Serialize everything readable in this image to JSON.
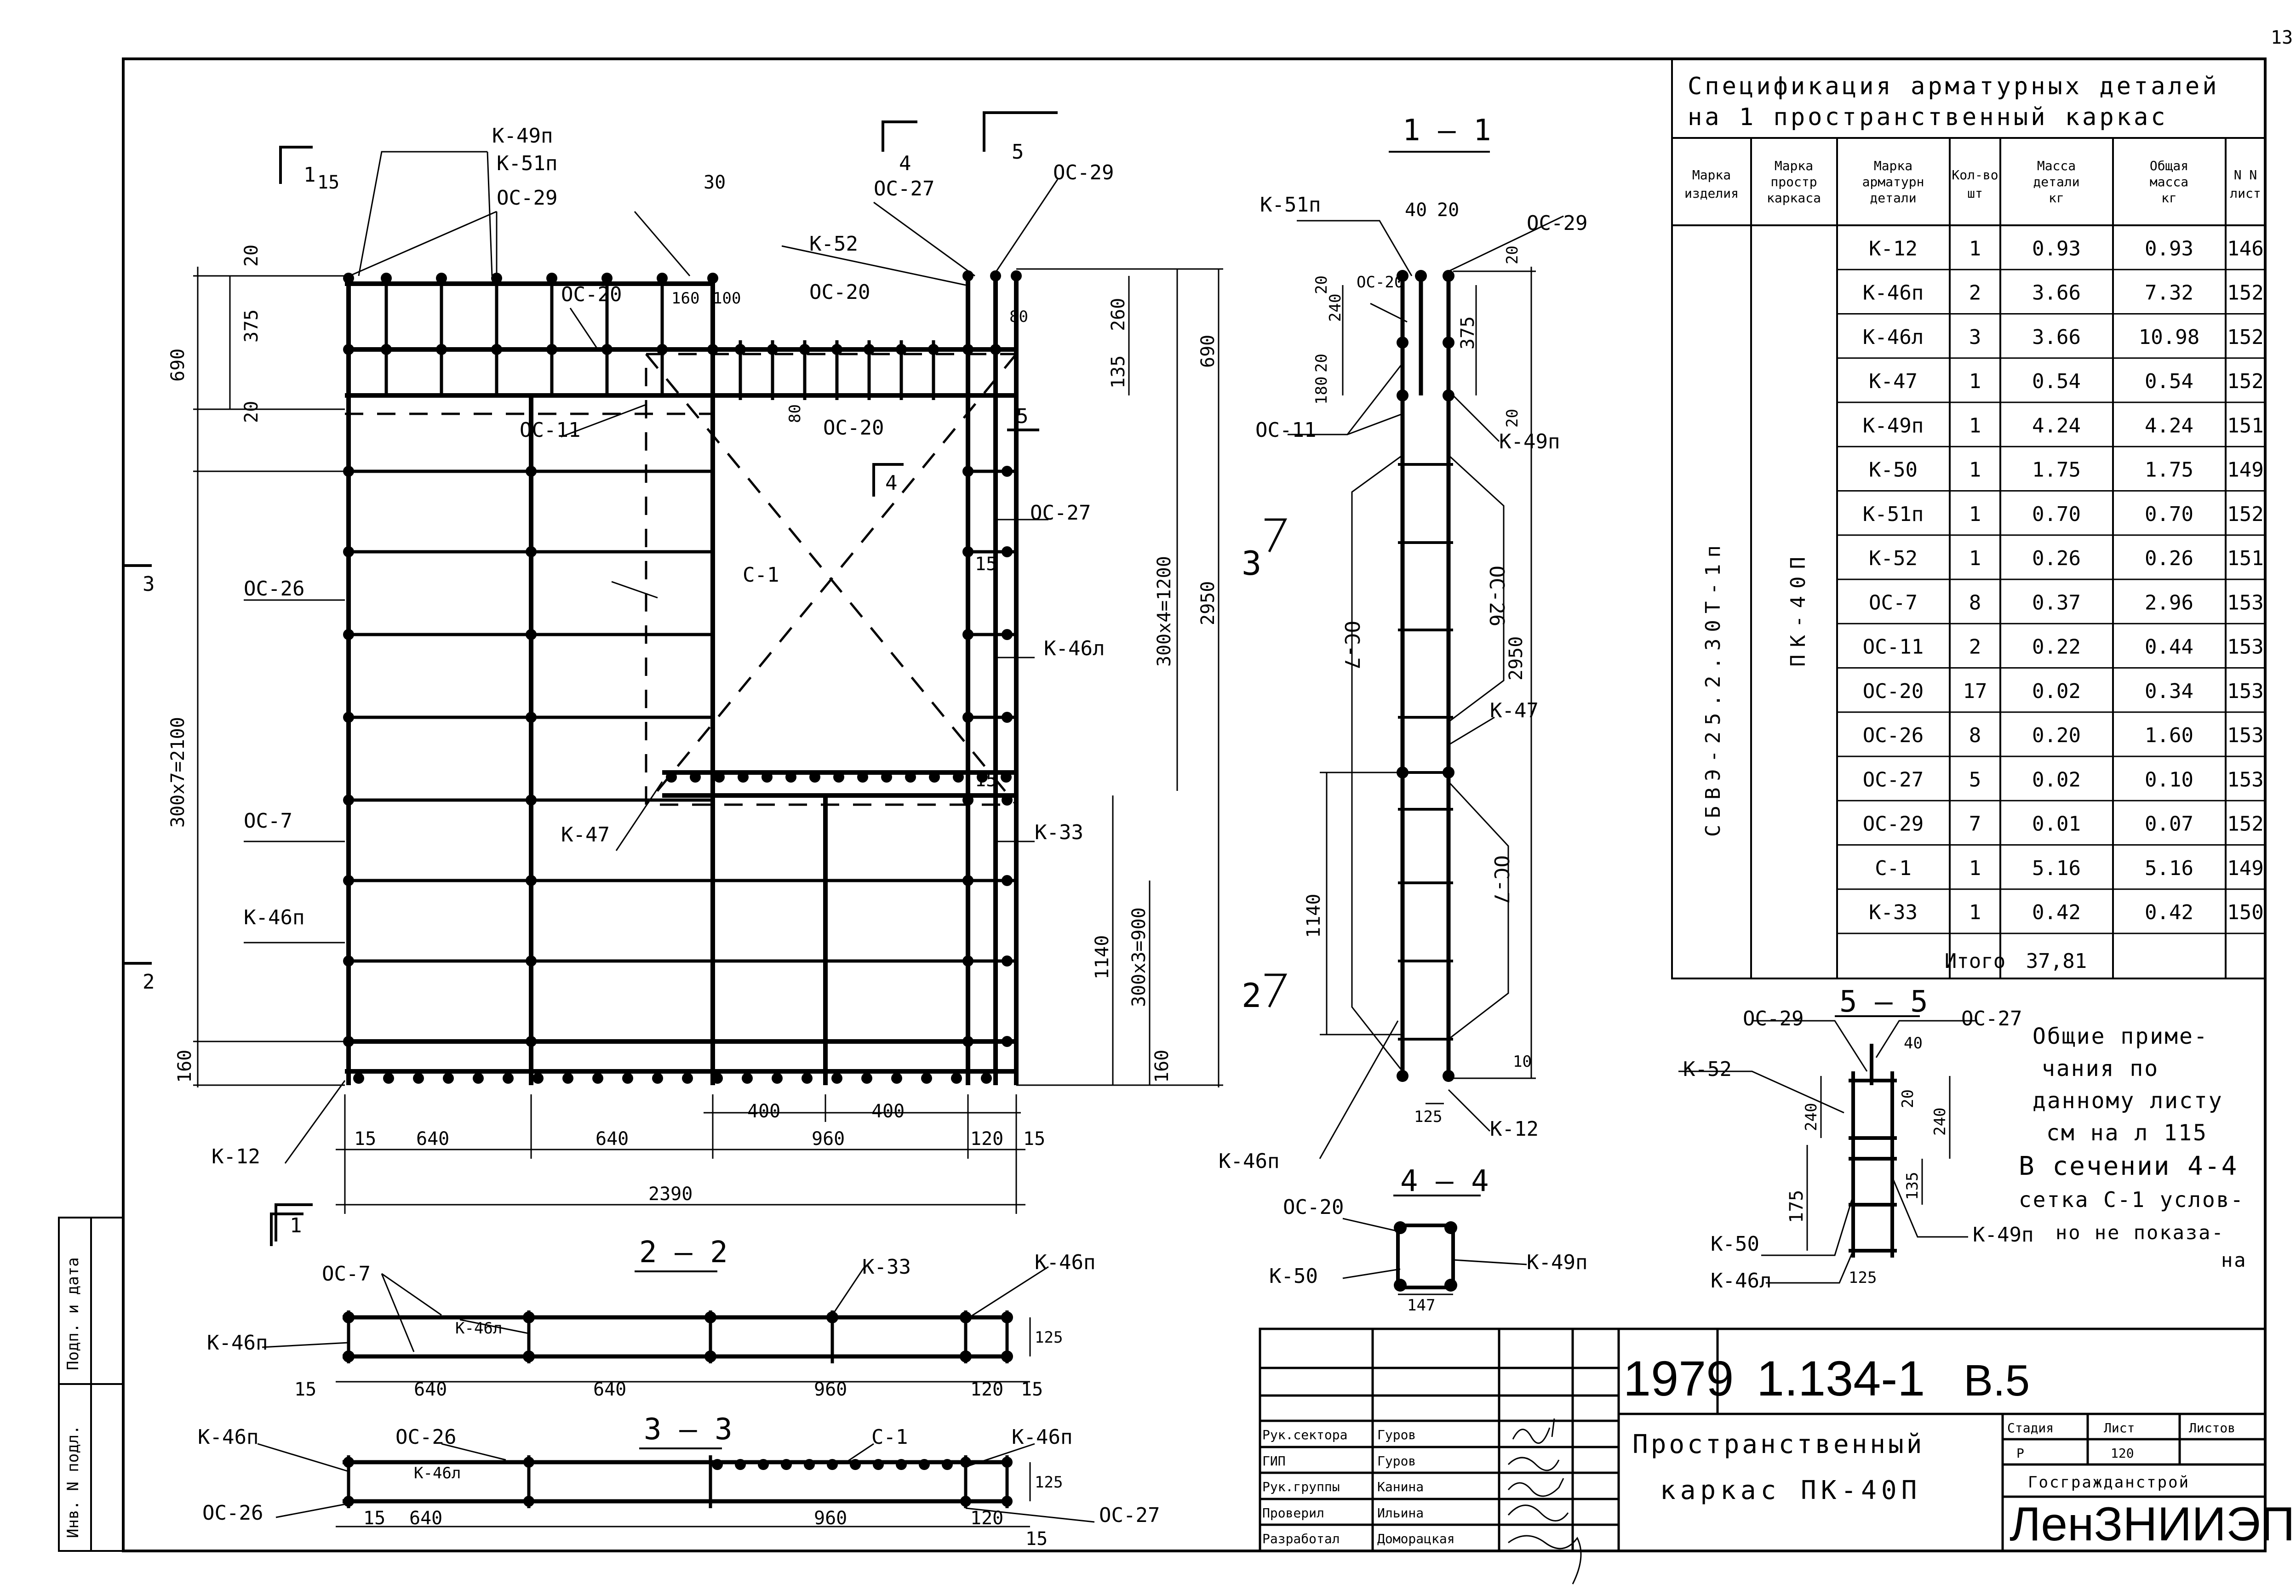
{
  "page_number": "13",
  "spec": {
    "title1": "Спецификация арматурных деталей",
    "title2": "на 1 пространственный каркас",
    "columns": [
      "Марка изделия",
      "Марка простр каркаса",
      "Марка арматурн детали",
      "Кол-во шт",
      "Масса детали кг",
      "Общая масса кг",
      "N N лист"
    ],
    "col_product": "СБВЭ-25.2.30Т-1п",
    "col_frame": "ПК-40П",
    "rows": [
      {
        "mark": "К-12",
        "qty": "1",
        "mass": "0.93",
        "total": "0.93",
        "sheet": "146"
      },
      {
        "mark": "К-46п",
        "qty": "2",
        "mass": "3.66",
        "total": "7.32",
        "sheet": "152"
      },
      {
        "mark": "К-46л",
        "qty": "3",
        "mass": "3.66",
        "total": "10.98",
        "sheet": "152"
      },
      {
        "mark": "К-47",
        "qty": "1",
        "mass": "0.54",
        "total": "0.54",
        "sheet": "152"
      },
      {
        "mark": "К-49п",
        "qty": "1",
        "mass": "4.24",
        "total": "4.24",
        "sheet": "151"
      },
      {
        "mark": "К-50",
        "qty": "1",
        "mass": "1.75",
        "total": "1.75",
        "sheet": "149"
      },
      {
        "mark": "К-51п",
        "qty": "1",
        "mass": "0.70",
        "total": "0.70",
        "sheet": "152"
      },
      {
        "mark": "К-52",
        "qty": "1",
        "mass": "0.26",
        "total": "0.26",
        "sheet": "151"
      },
      {
        "mark": "ОС-7",
        "qty": "8",
        "mass": "0.37",
        "total": "2.96",
        "sheet": "153"
      },
      {
        "mark": "ОС-11",
        "qty": "2",
        "mass": "0.22",
        "total": "0.44",
        "sheet": "153"
      },
      {
        "mark": "ОС-20",
        "qty": "17",
        "mass": "0.02",
        "total": "0.34",
        "sheet": "153"
      },
      {
        "mark": "ОС-26",
        "qty": "8",
        "mass": "0.20",
        "total": "1.60",
        "sheet": "153"
      },
      {
        "mark": "ОС-27",
        "qty": "5",
        "mass": "0.02",
        "total": "0.10",
        "sheet": "153"
      },
      {
        "mark": "ОС-29",
        "qty": "7",
        "mass": "0.01",
        "total": "0.07",
        "sheet": "152"
      },
      {
        "mark": "С-1",
        "qty": "1",
        "mass": "5.16",
        "total": "5.16",
        "sheet": "149"
      },
      {
        "mark": "К-33",
        "qty": "1",
        "mass": "0.42",
        "total": "0.42",
        "sheet": "150"
      }
    ],
    "total_label": "Итого",
    "total_value": "37,81"
  },
  "notes": {
    "lines": [
      "Общие приме-",
      "чания по",
      "данному листу",
      "см на л 115",
      "В сечении 4-4",
      "сетка С-1 услов-",
      "но не показа-",
      "на"
    ]
  },
  "main_view": {
    "section_markers": [
      "1",
      "4",
      "5",
      "3",
      "2",
      "1",
      "4",
      "5"
    ],
    "labels": {
      "k49p": "К-49п",
      "k51p": "К-51п",
      "oc29": "ОС-29",
      "oc27": "ОС-27",
      "k52": "К-52",
      "oc20": "ОС-20",
      "oc11": "ОС-11",
      "c1": "С-1",
      "oc26": "ОС-26",
      "k46l": "К-46л",
      "k47": "К-47",
      "k33": "К-33",
      "oc7": "ОС-7",
      "k46p": "К-46п",
      "k12": "К-12"
    },
    "dims": {
      "d15": "15",
      "d30": "30",
      "d20": "20",
      "d375": "375",
      "d690": "690",
      "d2100": "300х7=2100",
      "d160": "160",
      "d100": "100",
      "d260": "260",
      "d135": "135",
      "d80": "80",
      "d1200": "300х4=1200",
      "d2950": "2950",
      "d1140": "1140",
      "d900": "300х3=900",
      "d640": "640",
      "d400": "400",
      "d960": "960",
      "d120": "120",
      "d2390": "2390"
    }
  },
  "sections": {
    "s11": "1 — 1",
    "s22": "2 — 2",
    "s33": "3 — 3",
    "s44": "4 — 4",
    "s55": "5 — 5",
    "d40": "40",
    "d20": "20",
    "d240": "240",
    "d180": "180",
    "d10": "10",
    "d125": "125",
    "d147": "147",
    "d175": "175"
  },
  "title_block": {
    "year": "1979",
    "code": "1.134-1",
    "issue": "В.5",
    "name1": "Пространственный",
    "name2": "каркас ПК-40П",
    "roles": [
      "Рук.сектора",
      "ГИП",
      "Рук.группы",
      "Проверил",
      "Разработал"
    ],
    "people": [
      "Гуров",
      "Гуров",
      "Канина",
      "Ильина",
      "Доморацкая"
    ],
    "stage_label": "Стадия",
    "sheet_label": "Лист",
    "sheets_label": "Листов",
    "stage": "Р",
    "sheet": "120",
    "org1": "Госгражданстрой",
    "org2": "ЛенЗНИИЭП",
    "side_labels": [
      "Подп. и дата",
      "Инв. N подл."
    ]
  }
}
